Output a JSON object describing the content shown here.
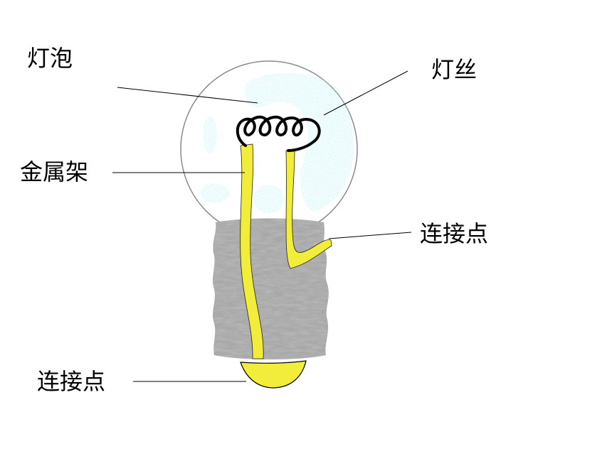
{
  "labels": {
    "bulb": "灯泡",
    "filament": "灯丝",
    "frame": "金属架",
    "contact_side": "连接点",
    "contact_bottom": "连接点"
  },
  "colors": {
    "glass_tint": "#7fe3ea",
    "glass_outline": "#8a8a8a",
    "base": "#a6a6a6",
    "wire": "#f2ec3a",
    "filament": "#000000",
    "leader_line": "#000000"
  }
}
